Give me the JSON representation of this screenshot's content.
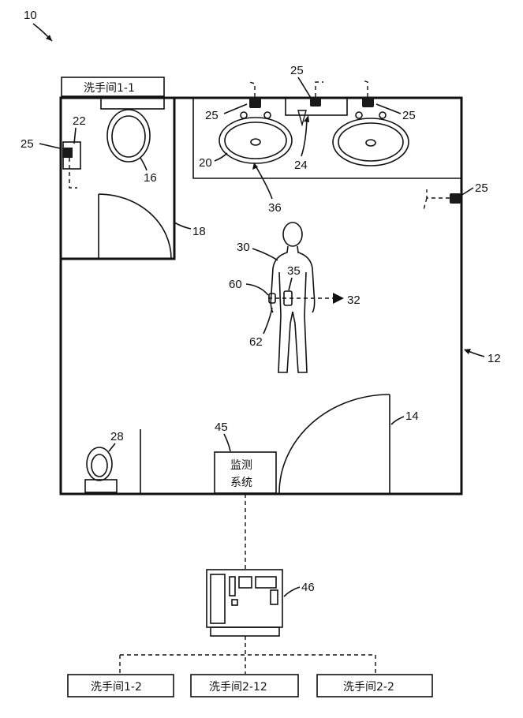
{
  "labels": {
    "fig": "10",
    "room": "12",
    "door": "14",
    "toilet": "16",
    "stall": "18",
    "sink": "20",
    "dispenser": "22",
    "faucet": "24",
    "sensor": "25",
    "urinal": "28",
    "person": "30",
    "arrow": "32",
    "badge": "35",
    "counter": "36",
    "monitor": "45",
    "computer": "46",
    "hand": "60",
    "wrist": "62"
  },
  "texts": {
    "stall_sign": "洗手间1-1",
    "monitor_line1": "监测",
    "monitor_line2": "系统",
    "restroom_a": "洗手间1-2",
    "restroom_b": "洗手间2-12",
    "restroom_c": "洗手间2-2"
  }
}
